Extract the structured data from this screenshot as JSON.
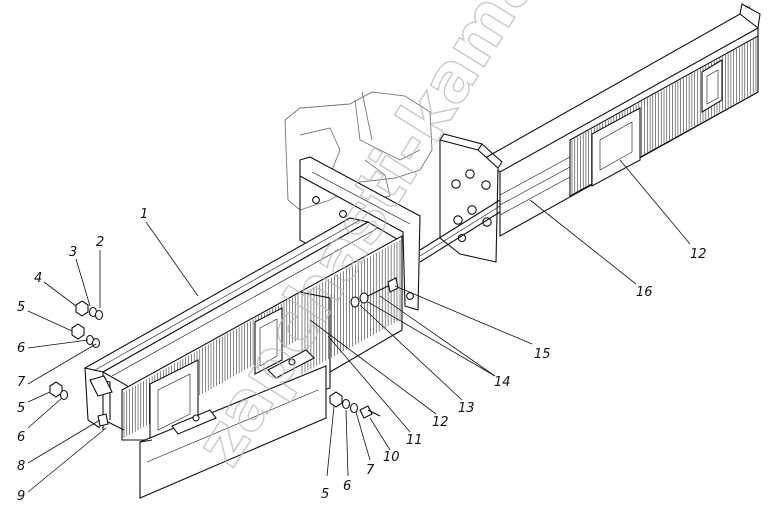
{
  "watermark": "zapchasti-kamaz.ru",
  "corner_mark": "™",
  "callouts": [
    {
      "id": "c1",
      "text": "1"
    },
    {
      "id": "c2",
      "text": "2"
    },
    {
      "id": "c3",
      "text": "3"
    },
    {
      "id": "c4",
      "text": "4"
    },
    {
      "id": "c5a",
      "text": "5"
    },
    {
      "id": "c6a",
      "text": "6"
    },
    {
      "id": "c7a",
      "text": "7"
    },
    {
      "id": "c5b",
      "text": "5"
    },
    {
      "id": "c6b",
      "text": "6"
    },
    {
      "id": "c8",
      "text": "8"
    },
    {
      "id": "c9",
      "text": "9"
    },
    {
      "id": "c5c",
      "text": "5"
    },
    {
      "id": "c6c",
      "text": "6"
    },
    {
      "id": "c7c",
      "text": "7"
    },
    {
      "id": "c10",
      "text": "10"
    },
    {
      "id": "c11",
      "text": "11"
    },
    {
      "id": "c12a",
      "text": "12"
    },
    {
      "id": "c13",
      "text": "13"
    },
    {
      "id": "c14",
      "text": "14"
    },
    {
      "id": "c15",
      "text": "15"
    },
    {
      "id": "c16",
      "text": "16"
    },
    {
      "id": "c12b",
      "text": "12"
    }
  ]
}
